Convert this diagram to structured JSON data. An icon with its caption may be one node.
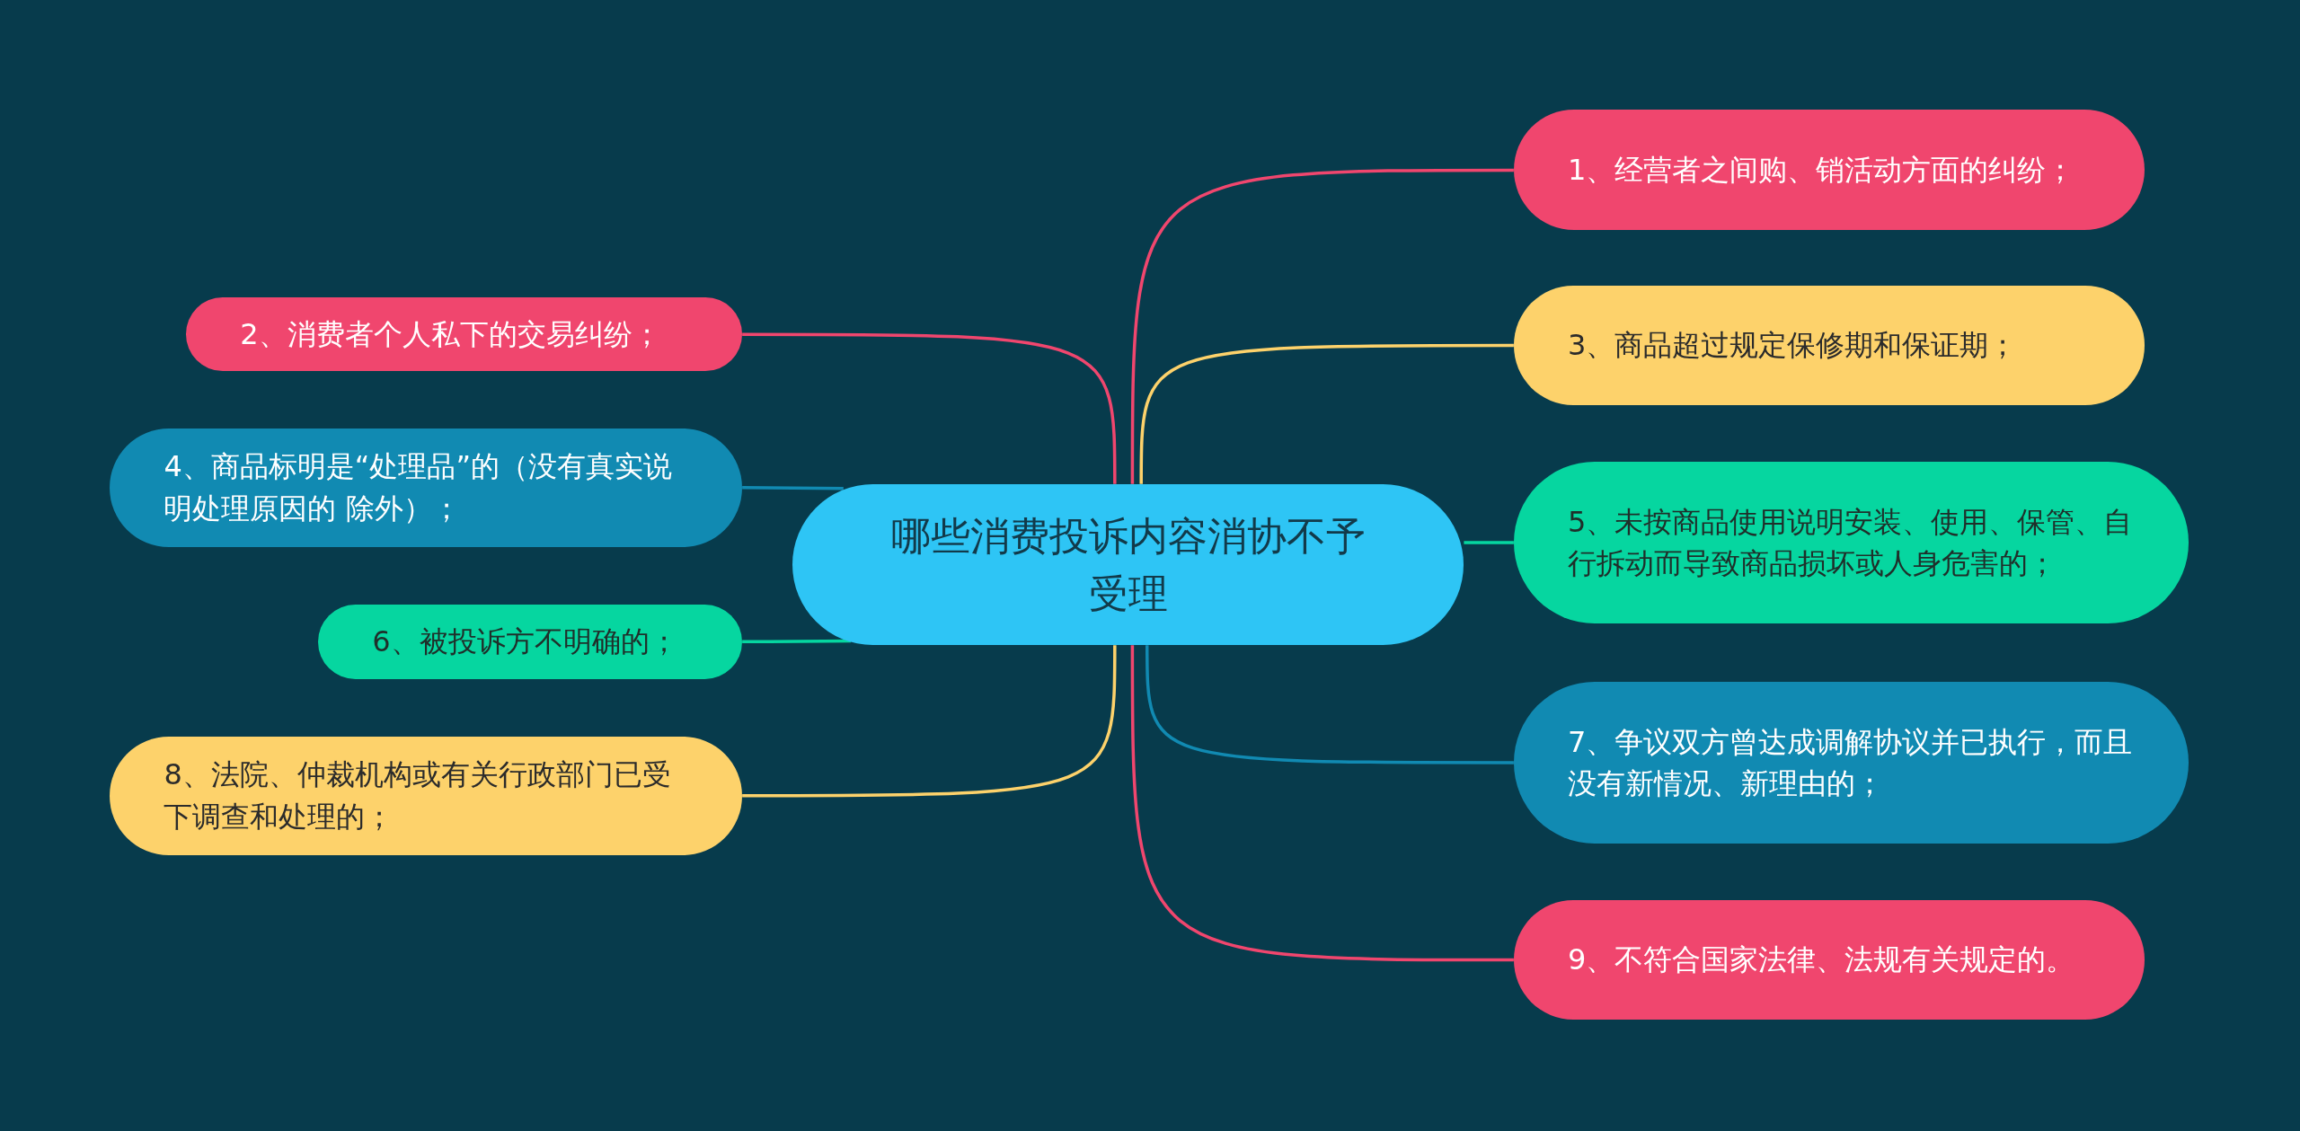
{
  "diagram": {
    "nodes": [
      {
        "text": [
          "哪些消费投诉内容消协不予受理"
        ]
      },
      {
        "text": [
          "1、经营者之间购、销活动方面的纠纷；"
        ]
      },
      {
        "text": [
          "2、消费者个人私下的交易纠纷；"
        ]
      },
      {
        "text": [
          "3、商品超过规定保修期和保证期；"
        ]
      },
      {
        "text": [
          "4、商品标明是“处理品”的（没有真实说明处理原因的 除外）；"
        ]
      },
      {
        "text": [
          "5、未按商品使用说明安装、使用、保管、自行拆动而导致商品损坏或人身危害的；"
        ]
      },
      {
        "text": [
          "6、被投诉方不明确的；"
        ]
      },
      {
        "text": [
          "7、争议双方曾达成调解协议并已执行，而且没有新情况、新理由的；"
        ]
      },
      {
        "text": [
          "8、法院、仲裁机构或有关行政部门已受下调查和处理的；"
        ]
      },
      {
        "text": [
          "9、不符合国家法律、法规有关规定的。"
        ]
      }
    ],
    "edges": [
      {
        "from": 0,
        "to": 1,
        "arrow": "none",
        "color": "#f0466e"
      },
      {
        "from": 0,
        "to": 2,
        "arrow": "none",
        "color": "#f0466e"
      },
      {
        "from": 0,
        "to": 3,
        "arrow": "none",
        "color": "#fdd26b"
      },
      {
        "from": 0,
        "to": 4,
        "arrow": "none",
        "color": "#118ab2"
      },
      {
        "from": 0,
        "to": 5,
        "arrow": "none",
        "color": "#06d6a0"
      },
      {
        "from": 0,
        "to": 6,
        "arrow": "none",
        "color": "#06d6a0"
      },
      {
        "from": 0,
        "to": 7,
        "arrow": "none",
        "color": "#118ab2"
      },
      {
        "from": 0,
        "to": 8,
        "arrow": "none",
        "color": "#fdd26b"
      },
      {
        "from": 0,
        "to": 9,
        "arrow": "none",
        "color": "#f0466e"
      }
    ]
  }
}
